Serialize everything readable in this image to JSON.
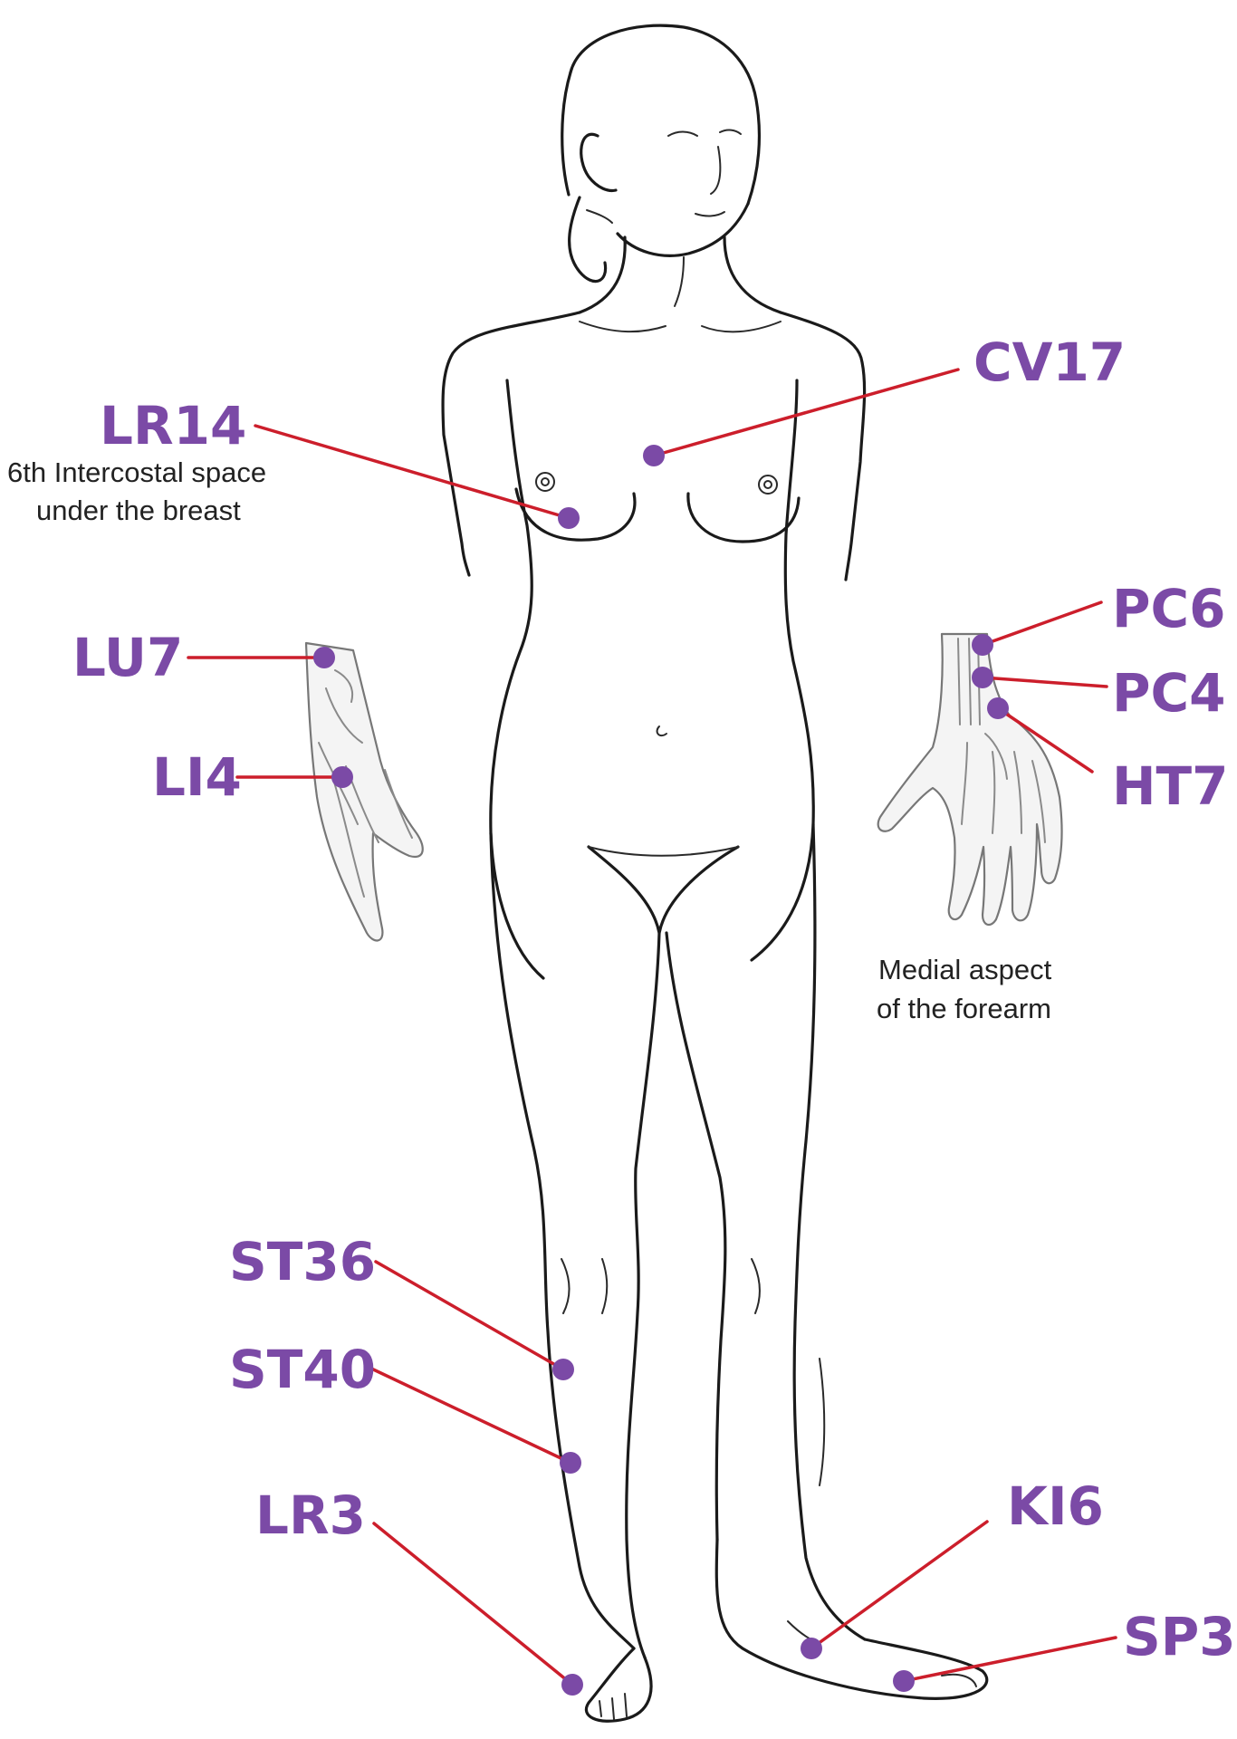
{
  "diagram": {
    "colors": {
      "label": "#7b4aa6",
      "leader": "#cc1e2b",
      "dot": "#7b4aa6",
      "outline": "#1a1a1a"
    },
    "points": [
      {
        "id": "cv17",
        "label": "CV17"
      },
      {
        "id": "lr14",
        "label": "LR14",
        "note": [
          "6th Intercostal space",
          "under the breast"
        ]
      },
      {
        "id": "lu7",
        "label": "LU7"
      },
      {
        "id": "li4",
        "label": "LI4"
      },
      {
        "id": "pc6",
        "label": "PC6"
      },
      {
        "id": "pc4",
        "label": "PC4"
      },
      {
        "id": "ht7",
        "label": "HT7"
      },
      {
        "id": "st36",
        "label": "ST36"
      },
      {
        "id": "st40",
        "label": "ST40"
      },
      {
        "id": "lr3",
        "label": "LR3"
      },
      {
        "id": "ki6",
        "label": "KI6"
      },
      {
        "id": "sp3",
        "label": "SP3"
      }
    ],
    "forearm_caption": [
      "Medial aspect",
      "of the forearm"
    ]
  }
}
